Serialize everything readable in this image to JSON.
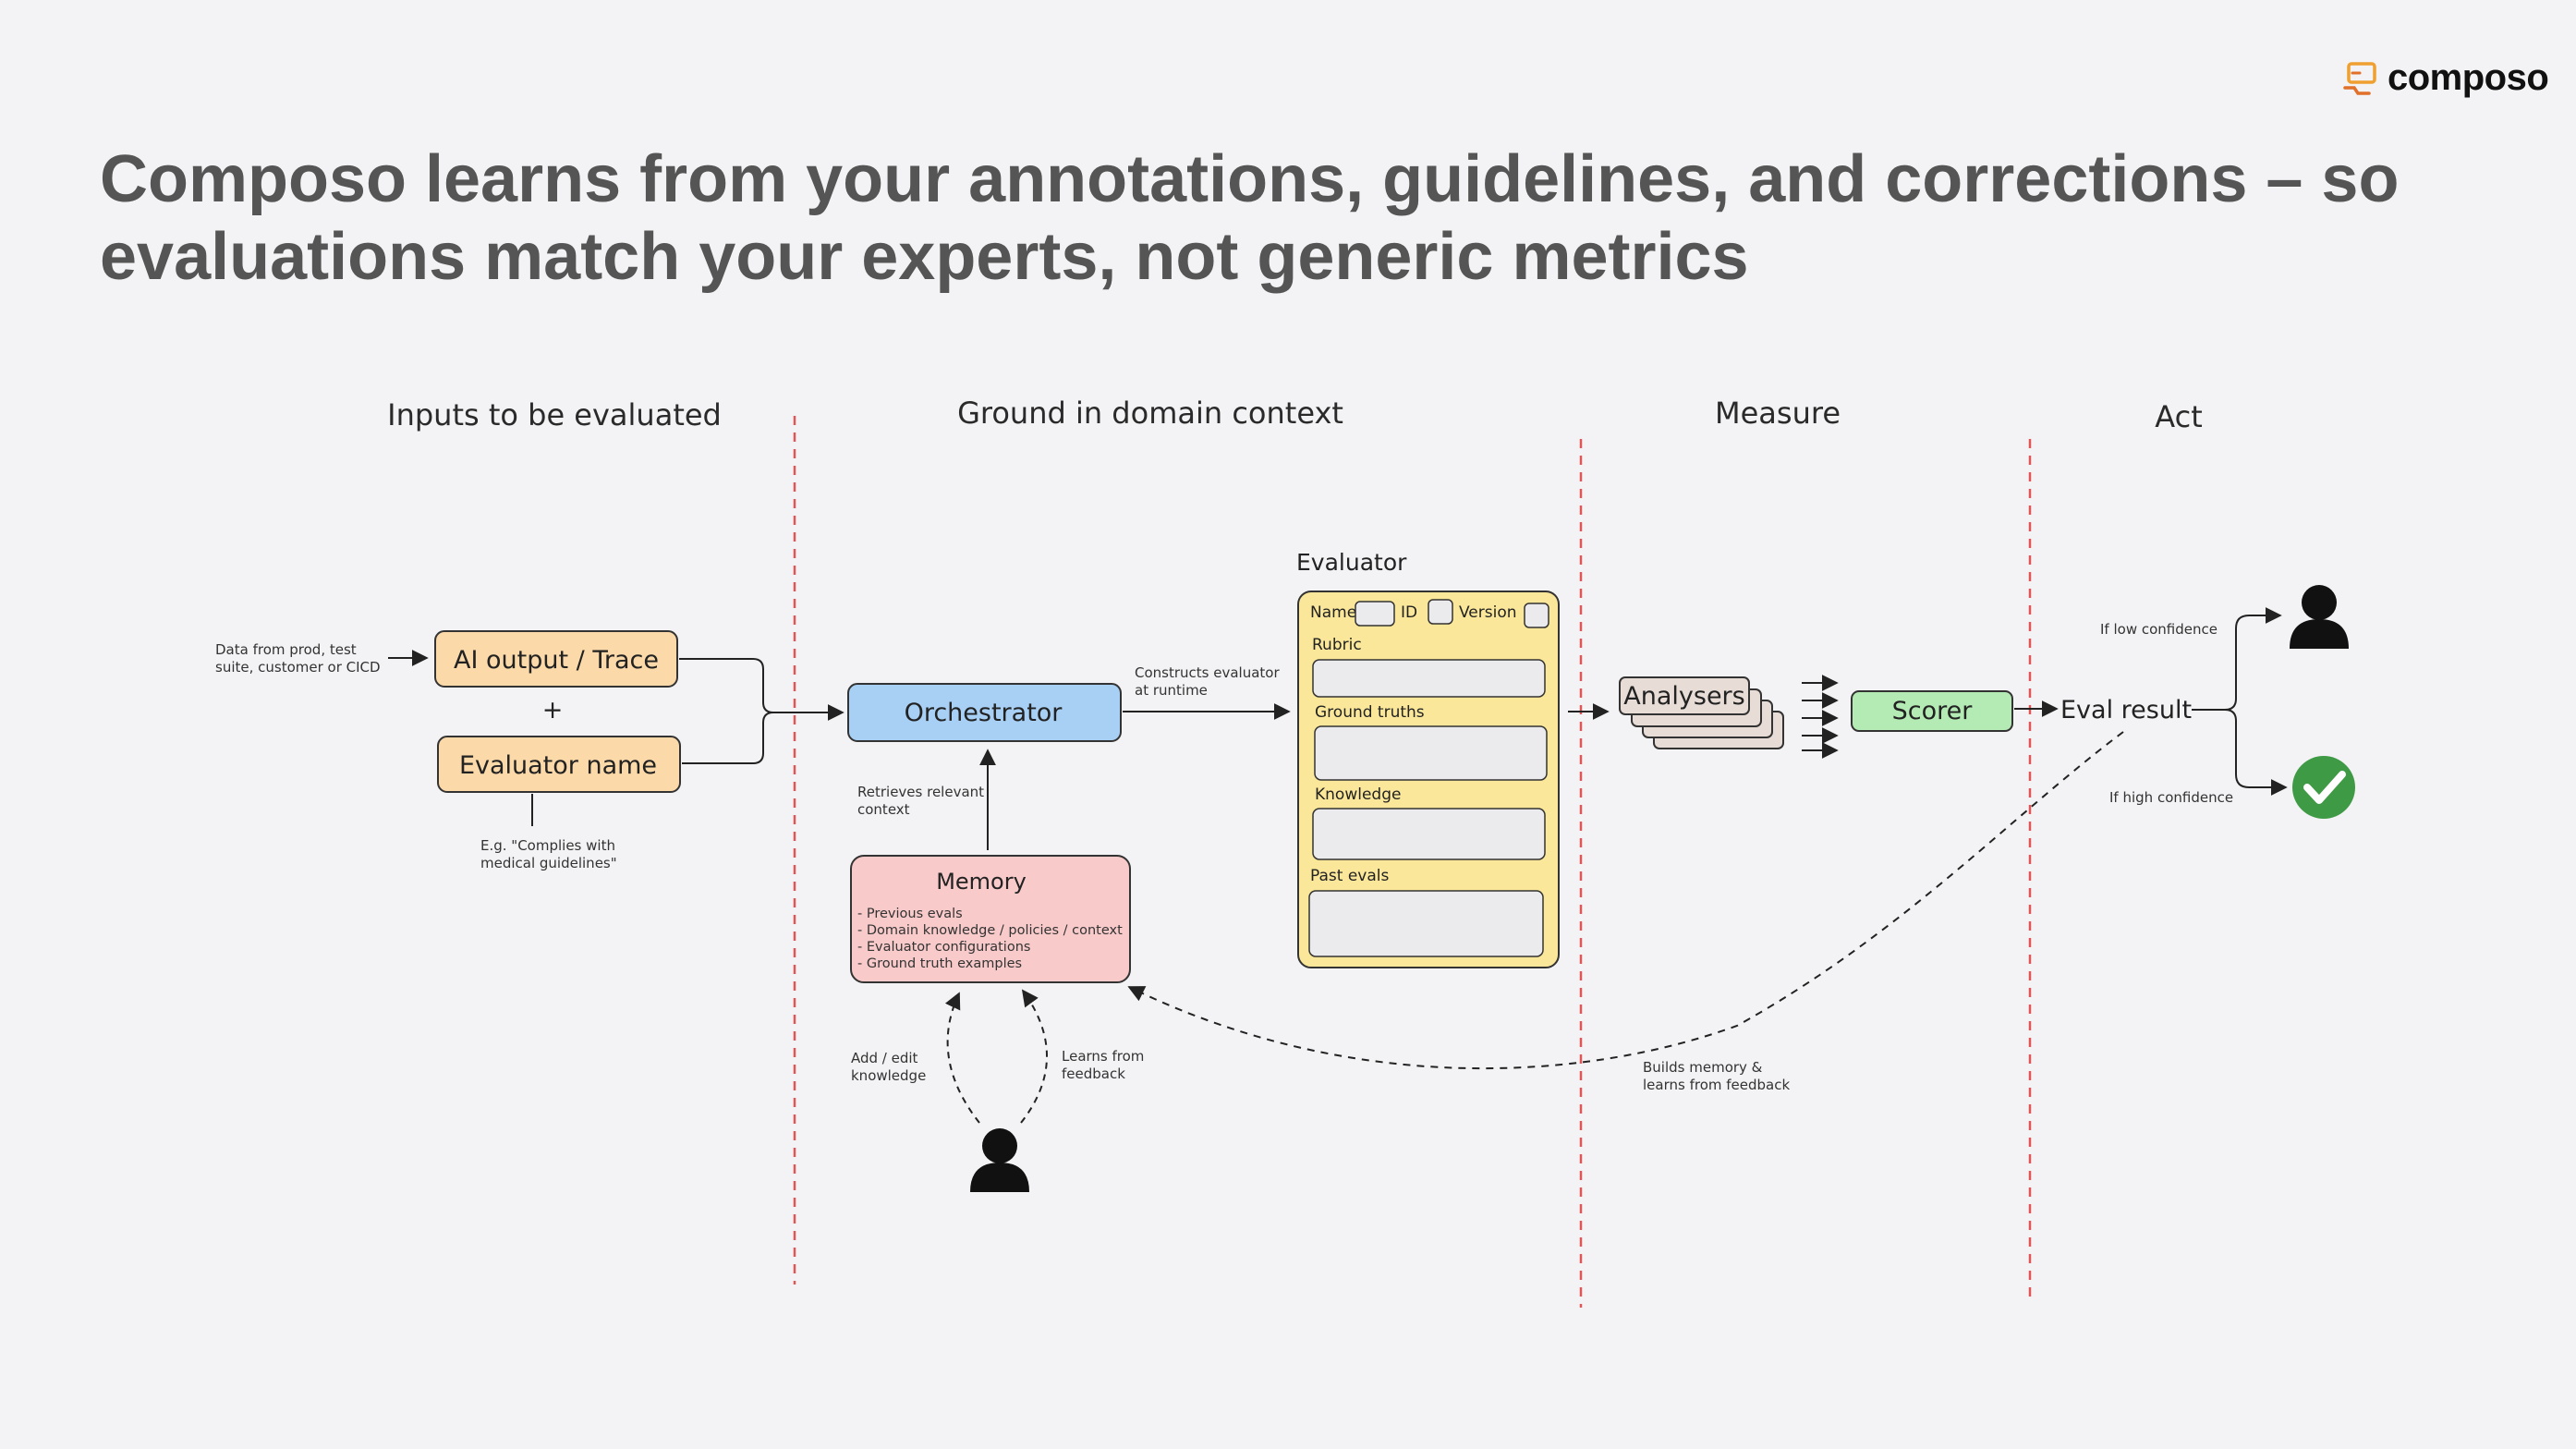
{
  "brand": {
    "name": "composo",
    "icon": "composo-logo-icon"
  },
  "headline": {
    "line1": "Composo learns from your annotations, guidelines, and corrections – so",
    "line2": "evaluations match your experts, not generic metrics"
  },
  "sections": {
    "inputs": "Inputs to be evaluated",
    "ground": "Ground in domain context",
    "measure": "Measure",
    "act": "Act"
  },
  "inputs": {
    "source_note_1": "Data from prod, test",
    "source_note_2": "suite, customer or CICD",
    "ai_output": "AI output / Trace",
    "plus": "+",
    "evaluator_name": "Evaluator name",
    "example_1": "E.g. \"Complies with",
    "example_2": "medical guidelines\""
  },
  "ground": {
    "orchestrator": "Orchestrator",
    "constructs_1": "Constructs evaluator",
    "constructs_2": "at runtime",
    "retrieves_1": "Retrieves relevant",
    "retrieves_2": "context",
    "memory_title": "Memory",
    "memory_items": [
      "- Previous evals",
      "- Domain knowledge / policies / context",
      "- Evaluator configurations",
      "- Ground truth examples"
    ],
    "add_edit_1": "Add / edit",
    "add_edit_2": "knowledge",
    "learns_1": "Learns from",
    "learns_2": "feedback"
  },
  "evaluator": {
    "title": "Evaluator",
    "name_label": "Name",
    "id_label": "ID",
    "version_label": "Version",
    "fields": [
      "Rubric",
      "Ground truths",
      "Knowledge",
      "Past evals"
    ]
  },
  "measure": {
    "analysers": "Analysers",
    "scorer": "Scorer",
    "builds_1": "Builds memory &",
    "builds_2": "learns from feedback"
  },
  "act": {
    "eval_result": "Eval result",
    "low_conf": "If low confidence",
    "high_conf": "If high confidence"
  },
  "colors": {
    "input_fill": "#fbd9a8",
    "orchestrator_fill": "#a8d0f5",
    "memory_fill": "#f8caca",
    "evaluator_fill": "#fbe79a",
    "analyser_fill": "#e8dcd6",
    "scorer_fill": "#b4eab4",
    "check_green": "#3f9a45",
    "divider_red": "#e05555"
  }
}
